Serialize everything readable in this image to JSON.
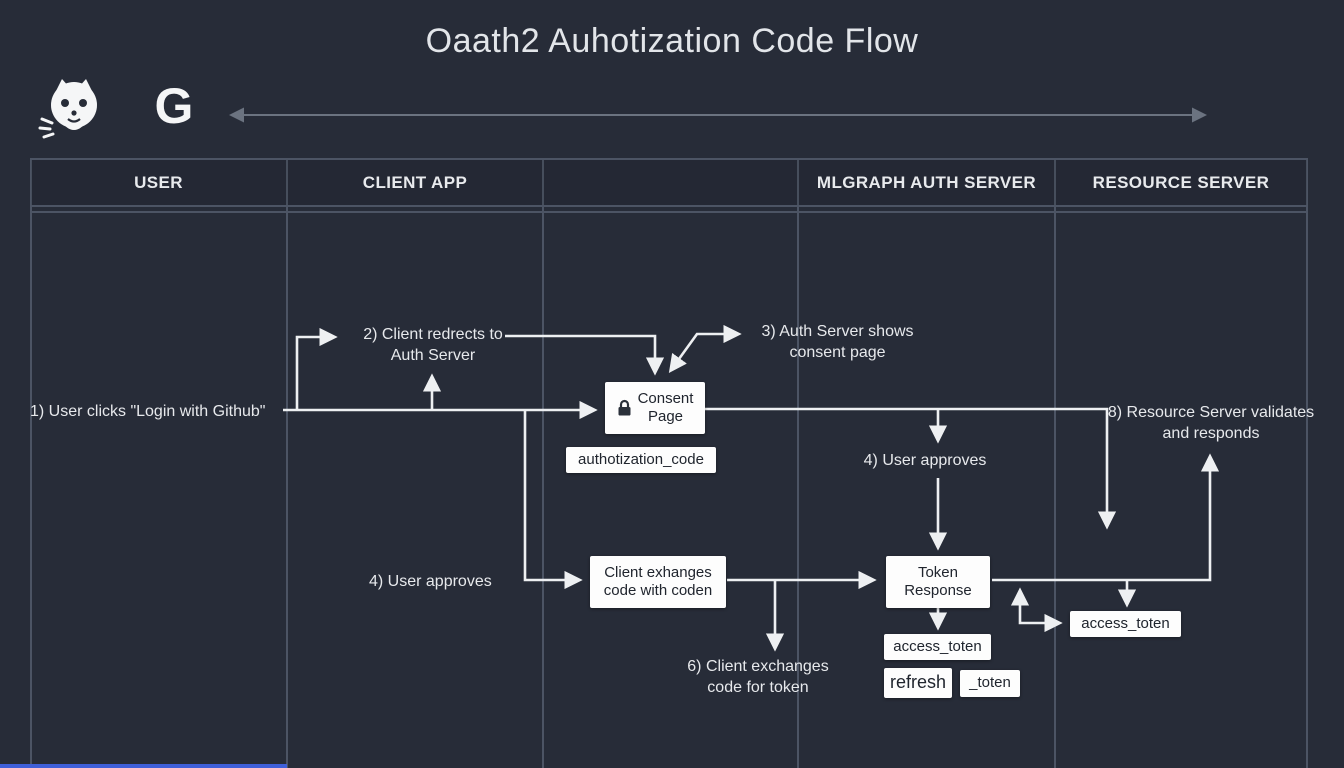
{
  "title": "Oaath2 Auhotization Code Flow",
  "logos": {
    "g_label": "G"
  },
  "lane_headers": [
    "USER",
    "CLIENT APP",
    "",
    "MLGRAPH AUTH SERVER",
    "RESOURCE SERVER"
  ],
  "steps": {
    "s1": "1) User clicks \"Login with Github\"",
    "s2a": "2) Client redrects to",
    "s2b": "Auth Server",
    "s3a": "3) Auth Server shows",
    "s3b": "consent page",
    "s4_auth": "4) User approves",
    "s4_client": "4) User approves",
    "s6a": "6) Client exchanges",
    "s6b": "code for token",
    "s8a": "8) Resource Server validates",
    "s8b": "and responds"
  },
  "boxes": {
    "consent_a": "Consent",
    "consent_b": "Page",
    "auth_code": "authotization_code",
    "client_ex_a": "Client exhanges",
    "client_ex_b": "code with coden",
    "token_a": "Token",
    "token_b": "Response",
    "access_token_auth": "access_toten",
    "refresh": "refresh",
    "toten": "_toten",
    "access_token_resource": "access_toten"
  },
  "colors": {
    "background": "#272c38",
    "lane_line": "#4c5464",
    "arrow": "#eef0f2",
    "banner_arrow": "#6b7380",
    "box_bg": "#fdfdfd",
    "box_text": "#20252e",
    "label_text": "#e7e9ec",
    "accent_strip": "#3f5fd8"
  }
}
